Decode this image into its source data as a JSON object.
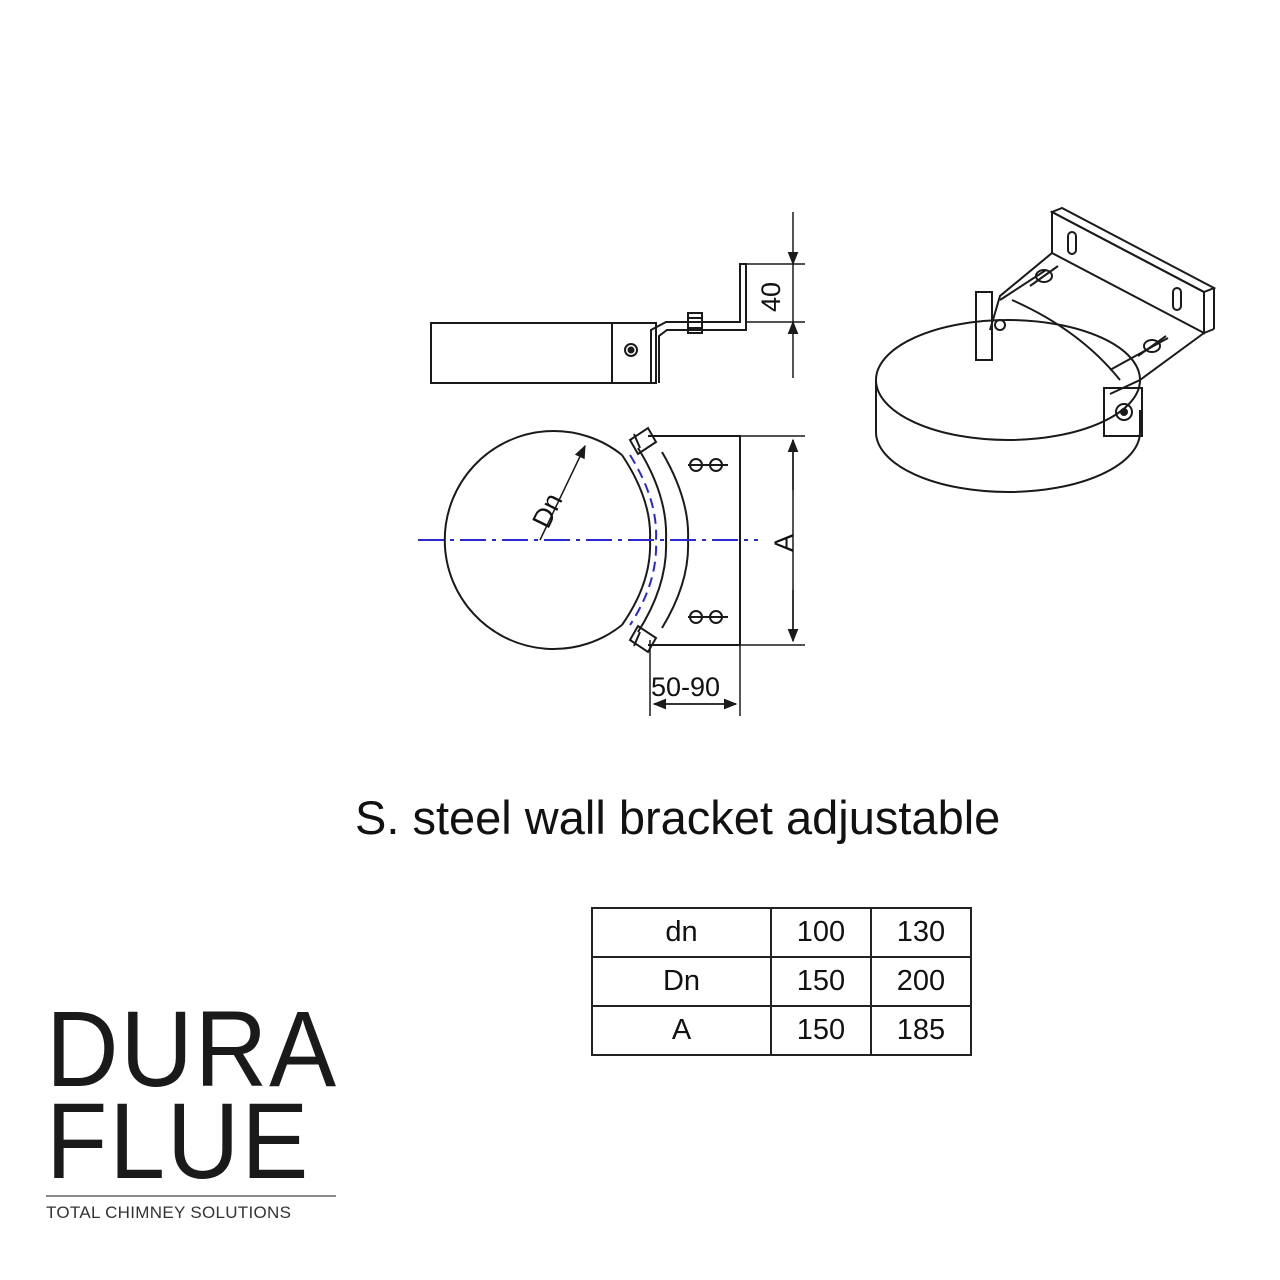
{
  "drawing": {
    "dim_height_label": "40",
    "dim_diameter_label": "Dn",
    "dim_depth_label": "A",
    "dim_offset_label": "50-90"
  },
  "caption": "S. steel wall bracket adjustable",
  "spec_table": {
    "rows": [
      {
        "label": "dn",
        "values": [
          "100",
          "130"
        ]
      },
      {
        "label": "Dn",
        "values": [
          "150",
          "200"
        ]
      },
      {
        "label": "A",
        "values": [
          "150",
          "185"
        ]
      }
    ]
  },
  "logo": {
    "line1": "DURA",
    "line2": "FLUE",
    "tagline": "TOTAL CHIMNEY SOLUTIONS"
  },
  "colors": {
    "line": "#1a1a1a",
    "center_line": "#2a2ad0",
    "background": "#ffffff"
  }
}
